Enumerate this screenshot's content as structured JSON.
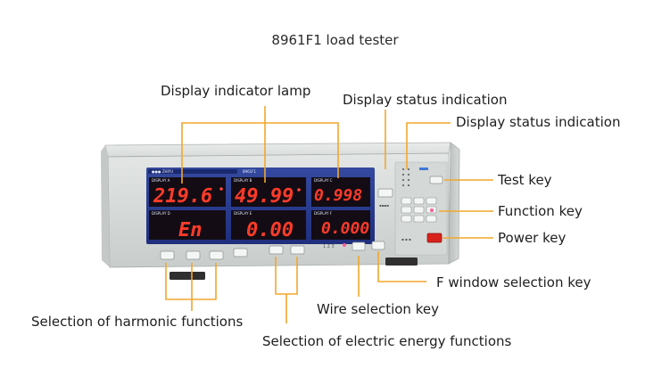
{
  "title": "8961F1 load tester",
  "labels": {
    "display_indicator_lamp": "Display indicator lamp",
    "display_status_indication_1": "Display status indication",
    "display_status_indication_2": "Display status indication",
    "test_key": "Test key",
    "function_key": "Function key",
    "power_key": "Power key",
    "f_window_selection_key": "F window selection key",
    "wire_selection_key": "Wire selection key",
    "selection_of_harmonic_functions": "Selection of harmonic functions",
    "selection_of_electric_energy_functions": "Selection of electric energy functions"
  },
  "device": {
    "model": "8961F1",
    "displays": {
      "a": "219.6",
      "b": "49.99",
      "c": "0.998",
      "d": "En",
      "e": "0.00",
      "f": "0.000"
    },
    "display_labels": {
      "a": "DISPLAY A",
      "b": "DISPLAY B",
      "c": "DISPLAY C",
      "d": "DISPLAY D",
      "e": "DISPLAY E",
      "f": "DISPLAY F"
    },
    "wire_numbers": "1 2 3"
  },
  "colors": {
    "annotation_line": "#f2a72c",
    "led": "#ff3b2a",
    "panel": "#cfd3d2",
    "display_panel": "#2b3c93",
    "power_button": "#d9221c"
  }
}
